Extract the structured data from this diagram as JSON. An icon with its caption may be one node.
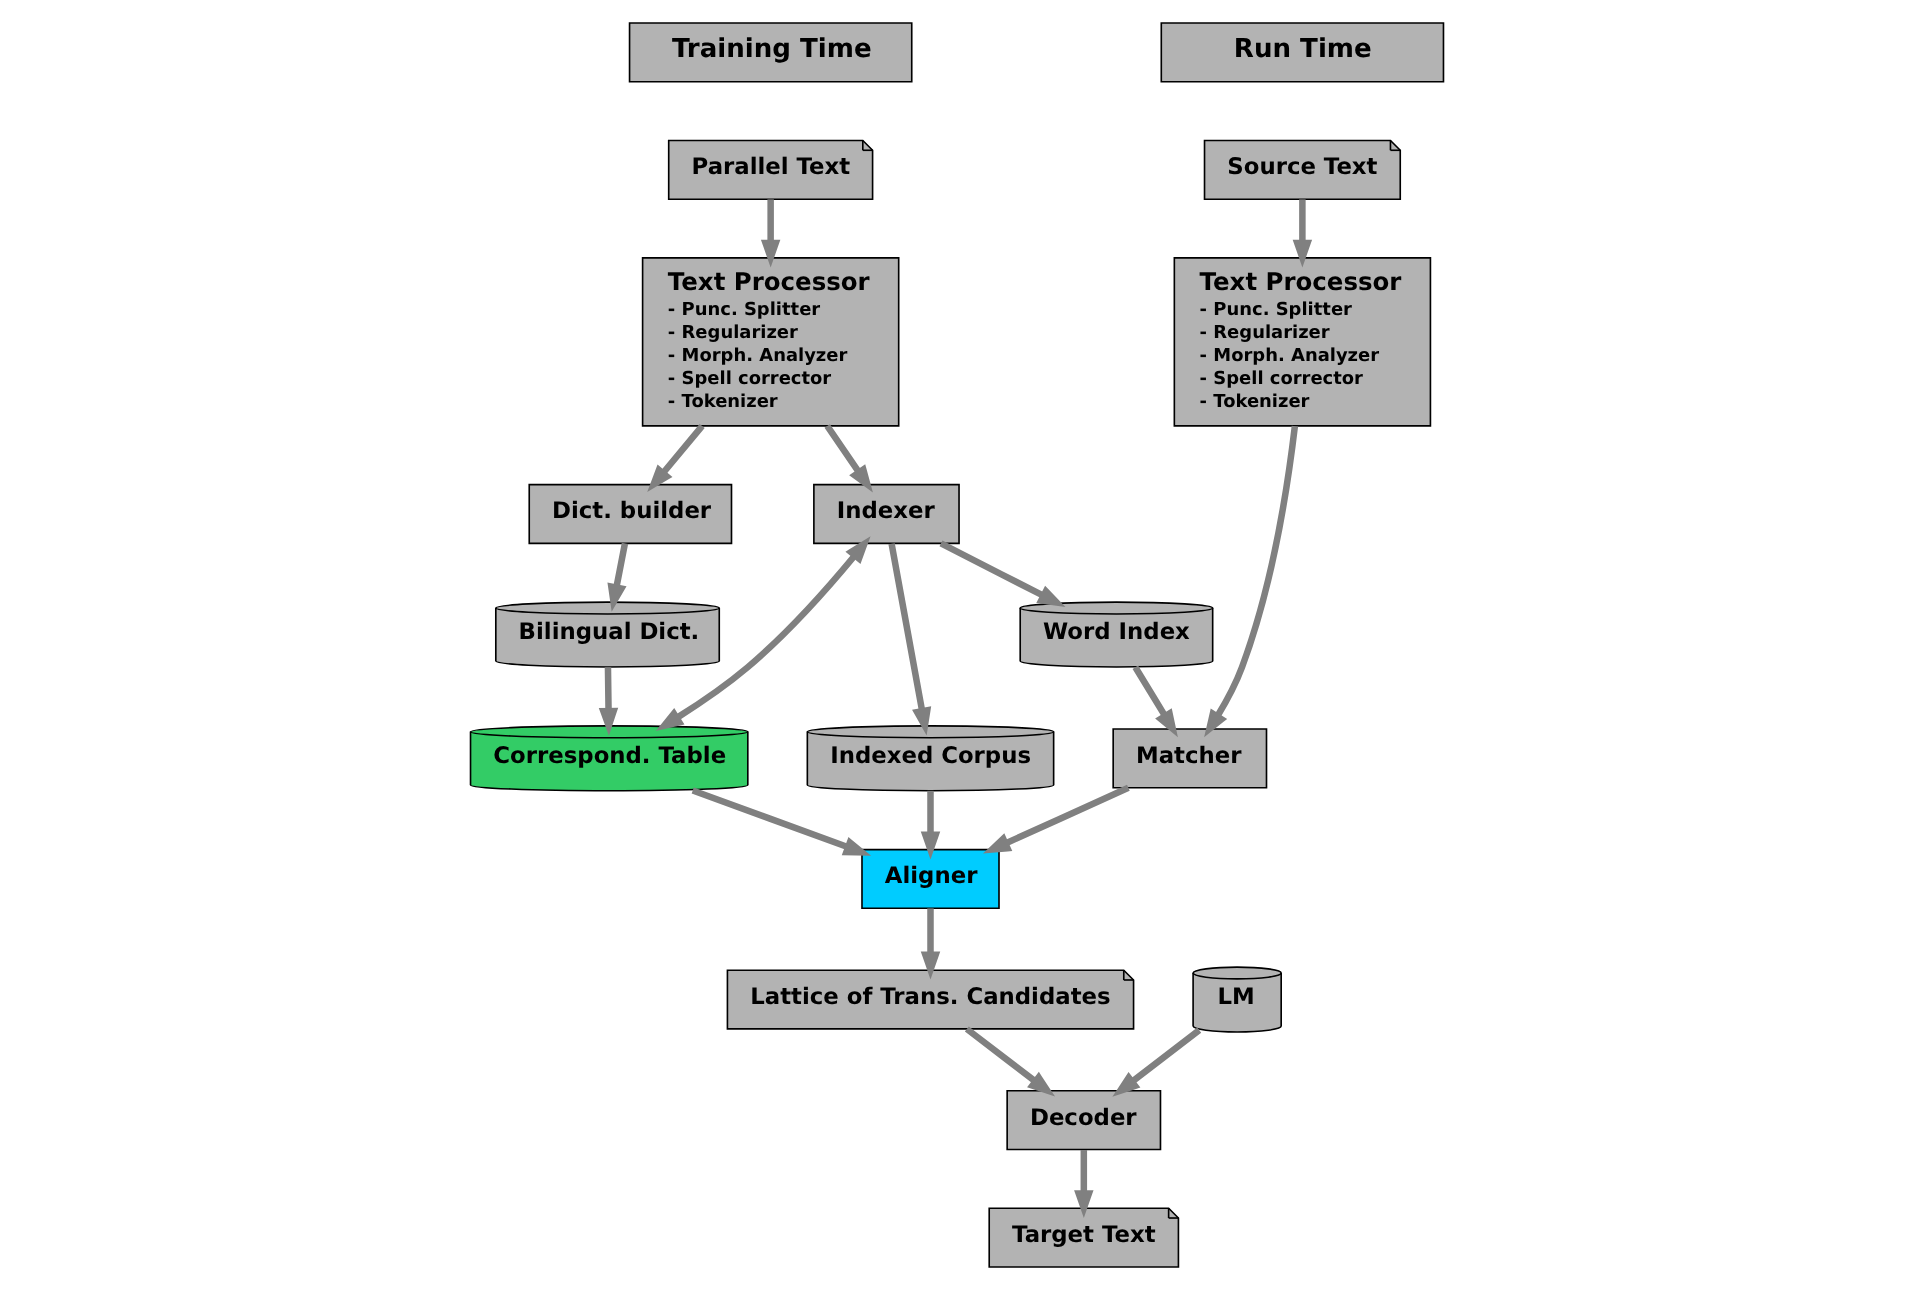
{
  "diagram": {
    "nodes": [
      {
        "text": [
          "Training Time"
        ]
      },
      {
        "text": [
          "Run Time"
        ]
      },
      {
        "text": [
          "Parallel Text"
        ]
      },
      {
        "text": [
          "Text Processor",
          "- Punc. Splitter",
          "- Regularizer",
          "- Morph. Analyzer",
          "- Spell corrector",
          "- Tokenizer"
        ]
      },
      {
        "text": [
          "Source Text"
        ]
      },
      {
        "text": [
          "Text Processor",
          "- Punc. Splitter",
          "- Regularizer",
          "- Morph. Analyzer",
          "- Spell corrector",
          "- Tokenizer"
        ]
      },
      {
        "text": [
          "Word Index"
        ]
      },
      {
        "text": [
          "Matcher"
        ]
      },
      {
        "text": [
          "Indexer"
        ]
      },
      {
        "text": [
          "Indexed Corpus"
        ]
      },
      {
        "text": [
          "Aligner"
        ]
      },
      {
        "text": [
          "Correspond. Table"
        ]
      },
      {
        "text": [
          "Lattice of Trans. Candidates"
        ]
      },
      {
        "text": [
          "Dict. builder"
        ]
      },
      {
        "text": [
          "Bilingual Dict."
        ]
      },
      {
        "text": [
          "Target Text"
        ]
      },
      {
        "text": [
          "Decoder"
        ]
      },
      {
        "text": [
          "LM"
        ]
      }
    ],
    "edges": [
      {
        "from": 2,
        "to": 3,
        "arrow": "to"
      },
      {
        "from": 3,
        "to": 13,
        "arrow": "to"
      },
      {
        "from": 3,
        "to": 8,
        "arrow": "to"
      },
      {
        "from": 8,
        "to": 6,
        "arrow": "to"
      },
      {
        "from": 8,
        "to": 9,
        "arrow": "to"
      },
      {
        "from": 8,
        "to": 11,
        "arrow": "both"
      },
      {
        "from": 13,
        "to": 14,
        "arrow": "to"
      },
      {
        "from": 14,
        "to": 11,
        "arrow": "to"
      },
      {
        "from": 4,
        "to": 5,
        "arrow": "to"
      },
      {
        "from": 5,
        "to": 7,
        "arrow": "to"
      },
      {
        "from": 6,
        "to": 7,
        "arrow": "to"
      },
      {
        "from": 7,
        "to": 10,
        "arrow": "to"
      },
      {
        "from": 9,
        "to": 10,
        "arrow": "to"
      },
      {
        "from": 11,
        "to": 10,
        "arrow": "to"
      },
      {
        "from": 10,
        "to": 12,
        "arrow": "to"
      },
      {
        "from": 12,
        "to": 16,
        "arrow": "to"
      },
      {
        "from": 17,
        "to": 16,
        "arrow": "to"
      },
      {
        "from": 16,
        "to": 15,
        "arrow": "to"
      }
    ]
  }
}
